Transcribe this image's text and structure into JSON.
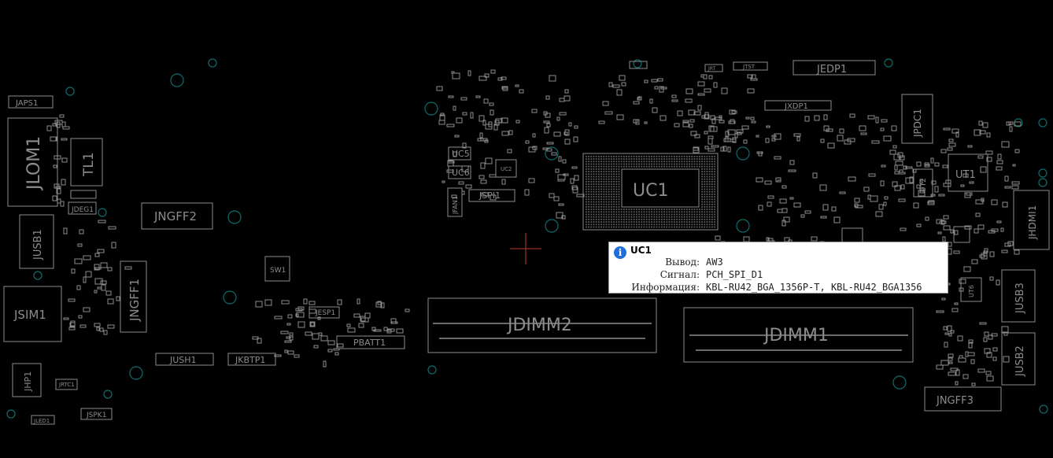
{
  "board": {
    "labels": {
      "jedp1": "JEDP1",
      "jxdp1": "JXDP1",
      "jrt": "JRT",
      "jtst": "JTST",
      "japs1": "JAPS1",
      "jlom1": "JLOM1",
      "tl1": "TL1",
      "jdeg1": "JDEG1",
      "jngff2": "JNGFF2",
      "jusb1": "JUSB1",
      "jsim1": "JSIM1",
      "jngff1": "JNGFF1",
      "jhp1": "JHP1",
      "jrtc1": "JRTC1",
      "jled1": "JLED1",
      "jspk1": "JSPK1",
      "jush1": "JUSH1",
      "jkbtp1": "JKBTP1",
      "sw1": "SW1",
      "jesp1": "JESP1",
      "pbatt1": "PBATT1",
      "uc5": "UC5",
      "uc6": "UC6",
      "jspi1": "JSPI1",
      "jfan1": "JFAN1",
      "ucp": "UC2",
      "uc1": "UC1",
      "jdimm2": "JDIMM2",
      "jdimm1": "JDIMM1",
      "jpdc1": "JPDC1",
      "ut2": "UT2",
      "ut1": "UT1",
      "jhdmi1": "JHDMI1",
      "ut6": "UT6",
      "jusb3": "JUSB3",
      "jusb2": "JUSB2",
      "jngff3": "JNGFF3"
    }
  },
  "tooltip": {
    "title": "UC1",
    "icon": "info-icon",
    "rows": [
      {
        "key": "Вывод:",
        "value": "AW3"
      },
      {
        "key": "Сигнал:",
        "value": "PCH_SPI_D1"
      },
      {
        "key": "Информация:",
        "value": "KBL-RU42_BGA_1356P-T, KBL-RU42_BGA1356"
      }
    ]
  },
  "colors": {
    "background": "#000000",
    "outline": "#8c8c8c",
    "via": "#0f6b6b",
    "cursor": "#c0392b",
    "tooltip_bg": "#ffffff",
    "info_icon": "#1e6fd9"
  }
}
